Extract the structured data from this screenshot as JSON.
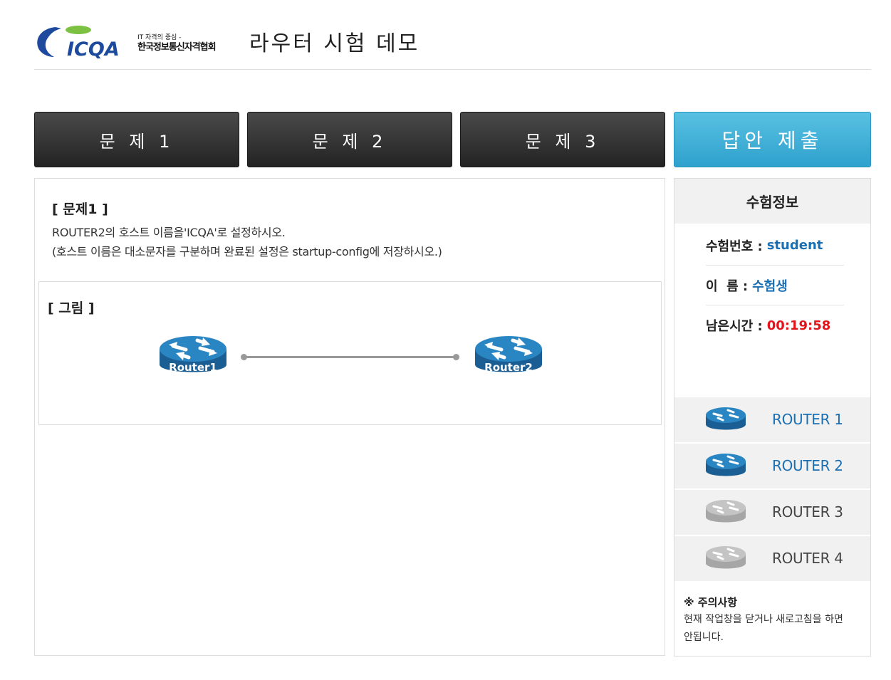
{
  "header": {
    "logo_text": "ICQA",
    "logo_sub1": "IT 자격의 중심 -",
    "logo_sub2": "한국정보통신자격협회",
    "title": "라우터 시험 데모"
  },
  "tabs": [
    {
      "label": "문 제 1"
    },
    {
      "label": "문 제 2"
    },
    {
      "label": "문 제 3"
    }
  ],
  "submit_label": "답안 제출",
  "question": {
    "title": "[ 문제1 ]",
    "line1": "ROUTER2의 호스트 이름을'ICQA'로 설정하시오.",
    "line2": "(호스트 이름은 대소문자를 구분하며 완료된 설정은 startup-config에 저장하시오.)",
    "figure_title": "[ 그림 ]",
    "routers": [
      {
        "label": "Router1"
      },
      {
        "label": "Router2"
      }
    ]
  },
  "exam_info": {
    "title": "수험정보",
    "id_label": "수험번호 :",
    "id_value": "student",
    "name_label": "이  름 :",
    "name_value": "수험생",
    "time_label": "남은시간 :",
    "time_value": "00:19:58"
  },
  "router_list": [
    {
      "label": "ROUTER 1",
      "active": true
    },
    {
      "label": "ROUTER 2",
      "active": true
    },
    {
      "label": "ROUTER 3",
      "active": false
    },
    {
      "label": "ROUTER 4",
      "active": false
    }
  ],
  "notice": {
    "title": "※ 주의사항",
    "text": "현재 작업창을 닫거나 새로고침을 하면 안됩니다."
  },
  "colors": {
    "accent_blue": "#1a6fb3",
    "submit_bg": "#3cb0d8",
    "time_red": "#e4141b",
    "router_active": "#1e6fa8",
    "router_inactive": "#b3b3b3"
  }
}
